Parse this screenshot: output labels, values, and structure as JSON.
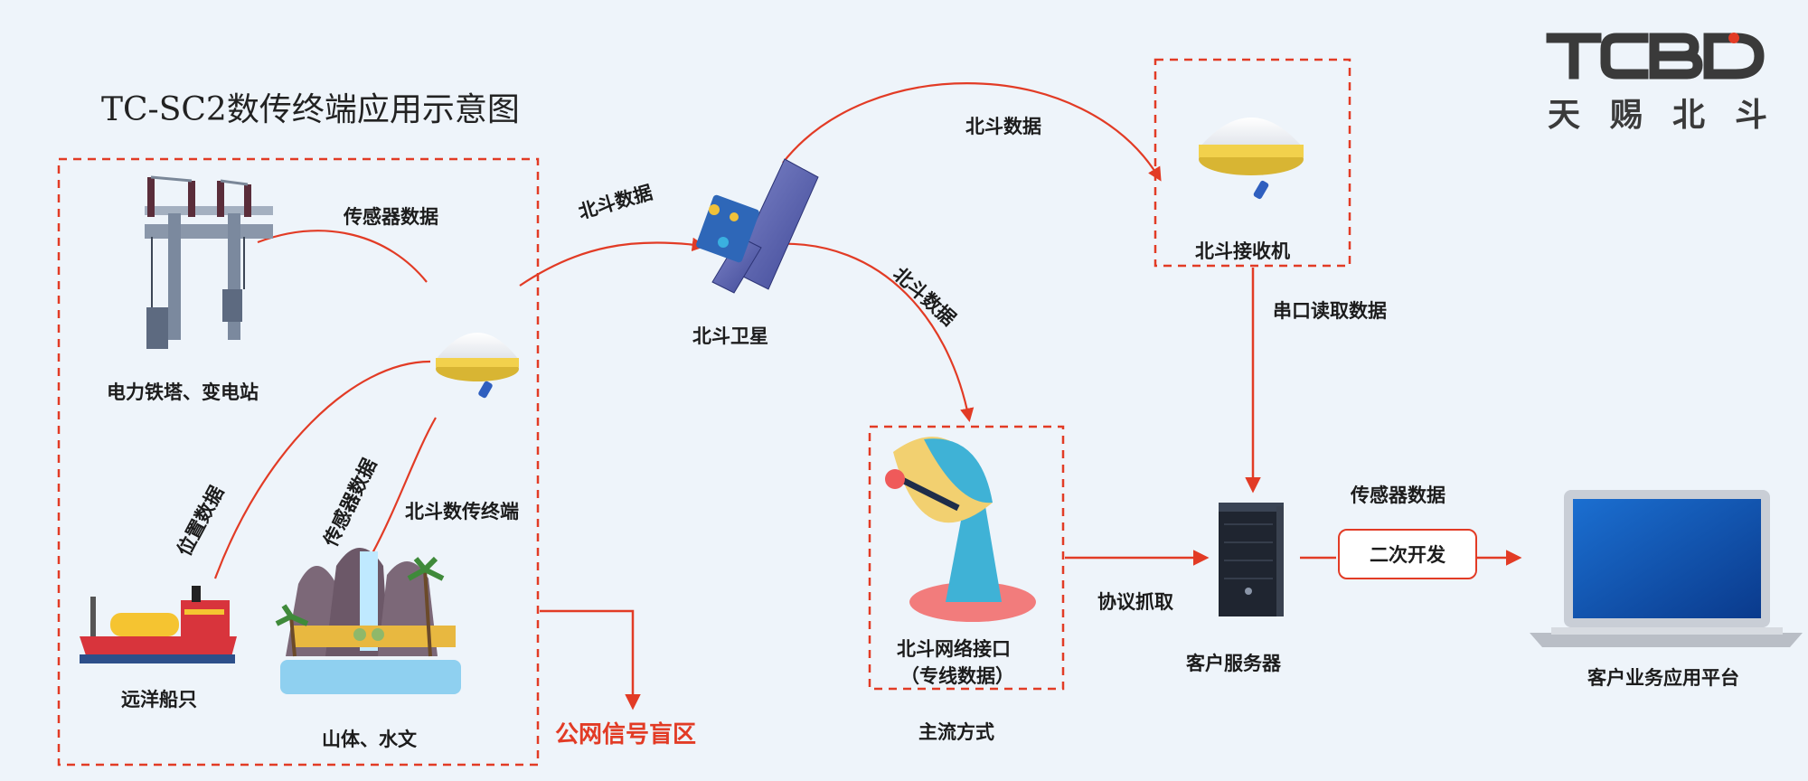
{
  "title": "TC-SC2数传终端应用示意图",
  "logo": {
    "brand": "TCBD",
    "chars": [
      "天",
      "赐",
      "北",
      "斗"
    ]
  },
  "labels": {
    "sensor_data_top": "传感器数据",
    "beidou_data_uplink": "北斗数据",
    "beidou_data_top": "北斗数据",
    "beidou_data_downlink": "北斗数据",
    "power_tower": "电力铁塔、变电站",
    "beidou_satellite": "北斗卫星",
    "beidou_receiver": "北斗接收机",
    "serial_read": "串口读取数据",
    "position_data": "位置数据",
    "sensor_data_rotated": "传感器数据",
    "beidou_terminal": "北斗数传终端",
    "ship": "远洋船只",
    "mountain_water": "山体、水文",
    "public_network_blind": "公网信号盲区",
    "network_interface_line1": "北斗网络接口",
    "network_interface_line2": "（专线数据）",
    "mainstream": "主流方式",
    "protocol_capture": "协议抓取",
    "customer_server": "客户服务器",
    "sensor_data_right": "传感器数据",
    "secondary_dev": "二次开发",
    "customer_platform": "客户业务应用平台"
  },
  "colors": {
    "accent_red": "#e23b25",
    "background": "#eef4fa",
    "logo_gray": "#3a3a3a"
  }
}
